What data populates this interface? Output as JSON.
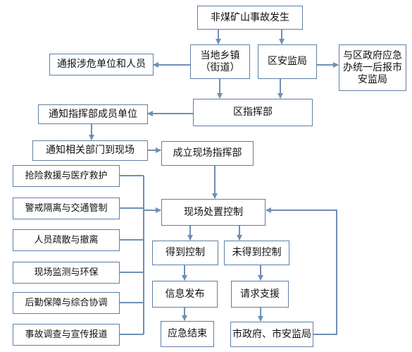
{
  "nodes": {
    "accident": "非煤矿山事故发生",
    "township": "当地乡镇（街道）",
    "district_safety": "区安监局",
    "report_gov": "与区政府应急办统一后报市安监局",
    "notify_units": "通报涉危单位和人员",
    "district_command": "区指挥部",
    "notify_members": "通知指挥部成员单位",
    "notify_depts": "通知相关部门到现场",
    "onsite_command": "成立现场指挥部",
    "onsite_control": "现场处置控制",
    "controlled": "得到控制",
    "not_controlled": "未得到控制",
    "info_release": "信息发布",
    "request_support": "请求支援",
    "emergency_end": "应急结束",
    "city": "市政府、市安监局",
    "task_rescue": "抢险救援与医疗救护",
    "task_isolation": "警戒隔离与交通管制",
    "task_evacuation": "人员疏散与撤离",
    "task_monitoring": "现场监测与环保",
    "task_logistics": "后勤保障与综合协调",
    "task_investigation": "事故调查与宣传报道"
  },
  "colors": {
    "box_border": "#5f7fa6",
    "arrow": "#6f8fb4",
    "text": "#111111"
  }
}
